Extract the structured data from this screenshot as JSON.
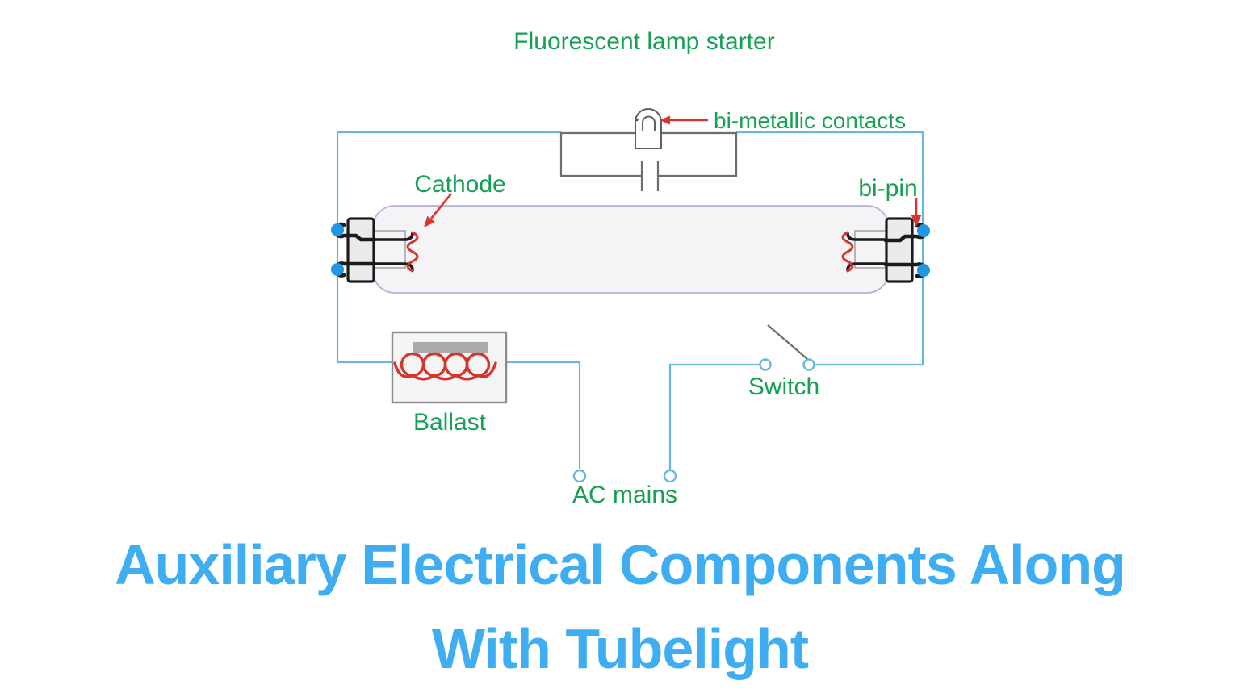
{
  "diagram": {
    "title": "Fluorescent lamp starter",
    "labels": {
      "bimetallic_contacts": "bi-metallic contacts",
      "cathode": "Cathode",
      "bipin": "bi-pin",
      "ballast": "Ballast",
      "switch_label": "Switch",
      "ac_mains": "AC mains"
    },
    "colors": {
      "label_green": "#17a055",
      "wire_blue": "#66b8e2",
      "pin_blue": "#1f97e3",
      "arrow_red": "#dd3330",
      "filament_red": "#d8342e",
      "component_gray": "#6e6e6e",
      "dark_outline": "#1c1c1c",
      "tube_border": "#b7b0d4",
      "title_blue": "#3fadf2"
    }
  },
  "caption": {
    "line1": "Auxiliary Electrical Components Along",
    "line2": "With Tubelight"
  }
}
